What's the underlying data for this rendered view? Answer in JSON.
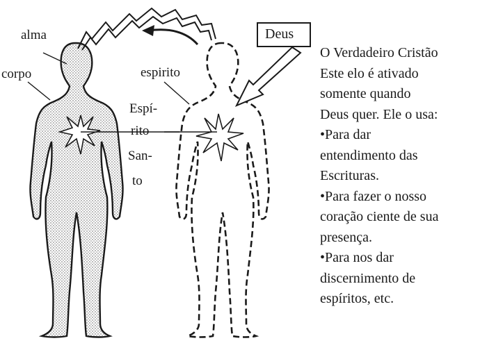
{
  "labels": {
    "alma": "alma",
    "corpo": "corpo",
    "espirito": "espirito",
    "espirito_santo_lines": [
      "Espí-",
      "rito",
      "San-",
      "to"
    ],
    "deus": "Deus"
  },
  "caption_lines": [
    "O Verdadeiro Cristão",
    "Este elo é ativado",
    "somente quando",
    "Deus quer. Ele o usa:",
    "•Para dar",
    "entendimento das",
    "Escrituras.",
    "•Para fazer o nosso",
    "coração ciente de sua",
    "presença.",
    "•Para nos dar",
    "discernimento de",
    "espíritos, etc."
  ],
  "colors": {
    "ink": "#1a1a1a",
    "stipple": "#9a9a9a",
    "background": "#ffffff"
  }
}
